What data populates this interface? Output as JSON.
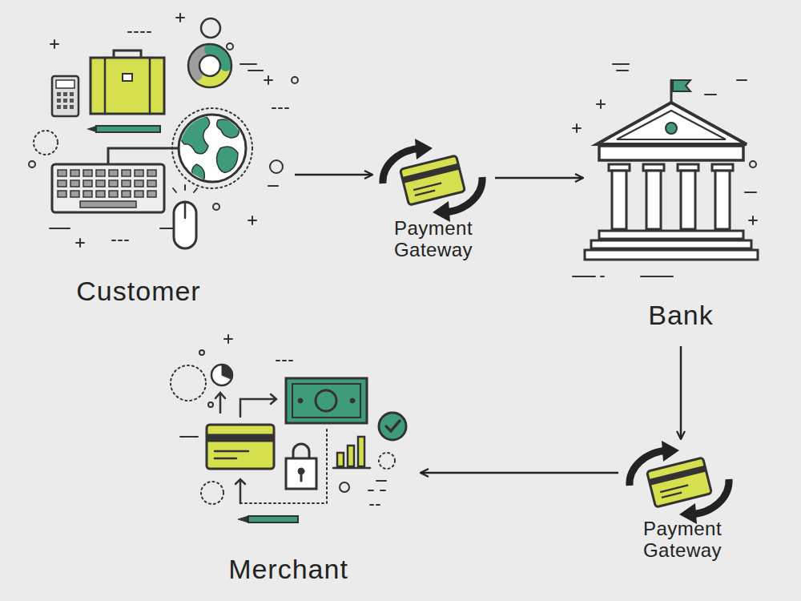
{
  "diagram": {
    "nodes": [
      {
        "text": [
          "Customer"
        ]
      },
      {
        "text": [
          "Payment Gateway"
        ]
      },
      {
        "text": [
          "Bank"
        ]
      },
      {
        "text": [
          "Payment Gateway"
        ]
      },
      {
        "text": [
          "Merchant"
        ]
      }
    ],
    "edges": [
      {
        "from": 0,
        "to": 1,
        "arrow": "to"
      },
      {
        "from": 1,
        "to": 2,
        "arrow": "to"
      },
      {
        "from": 2,
        "to": 3,
        "arrow": "to"
      },
      {
        "from": 3,
        "to": 4,
        "arrow": "to"
      }
    ]
  }
}
